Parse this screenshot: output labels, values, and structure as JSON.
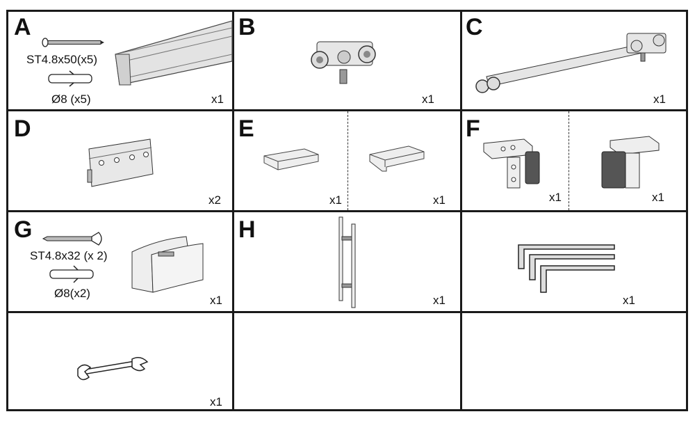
{
  "cells": {
    "A": {
      "letter": "A",
      "screw_label": "ST4.8x50(x5)",
      "anchor_label": "Ø8 (x5)",
      "qty": "x1",
      "part": "track-rail"
    },
    "B": {
      "letter": "B",
      "qty": "x1",
      "part": "roller-trolley"
    },
    "C": {
      "letter": "C",
      "qty": "x1",
      "part": "soft-close-damper"
    },
    "D": {
      "letter": "D",
      "qty": "x2",
      "part": "glass-clamp"
    },
    "E": {
      "letter": "E",
      "qty_left": "x1",
      "qty_right": "x1",
      "part": "stoppers"
    },
    "F": {
      "letter": "F",
      "qty_left": "x1",
      "qty_right": "x1",
      "part": "wall-brackets"
    },
    "G": {
      "letter": "G",
      "screw_label": "ST4.8x32 (x 2)",
      "anchor_label": "Ø8(x2)",
      "qty": "x1",
      "part": "floor-guide"
    },
    "H": {
      "letter": "H",
      "qty": "x1",
      "part": "door-handle"
    },
    "I": {
      "qty": "x1",
      "part": "hex-keys"
    },
    "J": {
      "qty": "x1",
      "part": "wrench"
    }
  },
  "colors": {
    "line": "#1a1a1a",
    "part_fill": "#e6e6e6",
    "dark_fill": "#555555"
  }
}
